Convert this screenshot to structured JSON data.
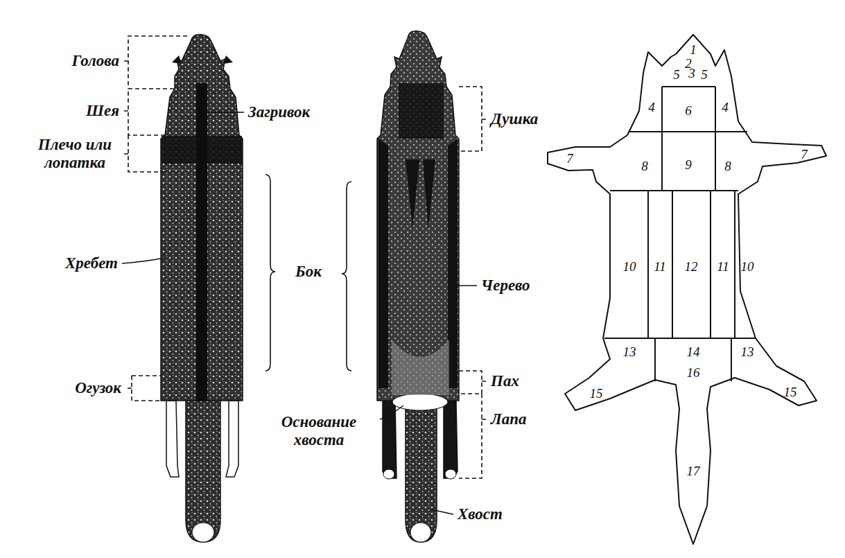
{
  "diagram": {
    "labels": [
      "Голова",
      "Шея",
      "Плечо или лопатка",
      "Загривок",
      "Хребет",
      "Бок",
      "Огузок",
      "Душка",
      "Черево",
      "Пах",
      "Основание хвоста",
      "Лапа",
      "Хвост",
      "1",
      "2",
      "3",
      "5",
      "5",
      "4",
      "6",
      "4",
      "7",
      "8",
      "9",
      "8",
      "7",
      "10",
      "11",
      "12",
      "11",
      "10",
      "13",
      "14",
      "13",
      "15",
      "16",
      "15",
      "17"
    ]
  }
}
